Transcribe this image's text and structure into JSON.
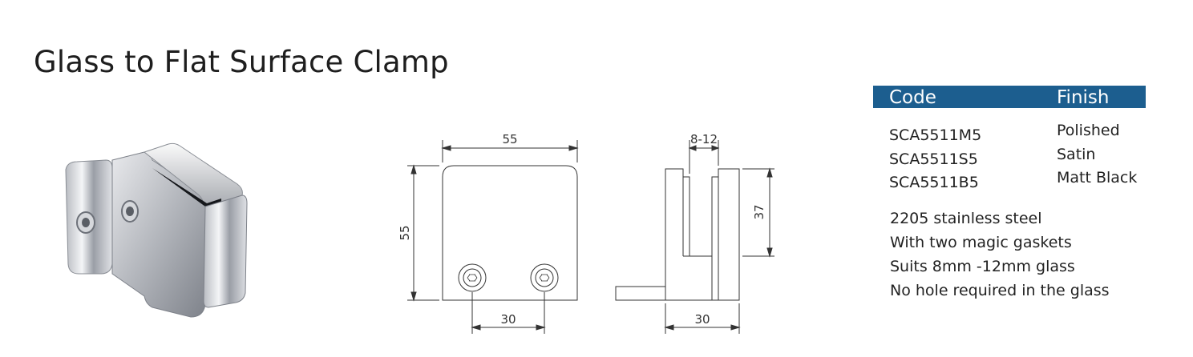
{
  "product": {
    "title": "Glass to Flat Surface Clamp"
  },
  "drawing_front": {
    "width_dim": "55",
    "height_dim": "55",
    "hole_spacing_dim": "30"
  },
  "drawing_side": {
    "glass_range_dim": "8-12",
    "depth_dim": "37",
    "base_dim": "30"
  },
  "spec_table": {
    "headers": {
      "code": "Code",
      "finish": "Finish"
    },
    "header_color": "#1c5e8f",
    "rows": [
      {
        "code": "SCA5511M5",
        "finish": "Polished"
      },
      {
        "code": "SCA5511S5",
        "finish": "Satin"
      },
      {
        "code": "SCA5511B5",
        "finish": "Matt Black"
      }
    ]
  },
  "features": [
    "2205 stainless steel",
    "With two magic gaskets",
    "Suits 8mm -12mm glass",
    "No hole required in the glass"
  ]
}
